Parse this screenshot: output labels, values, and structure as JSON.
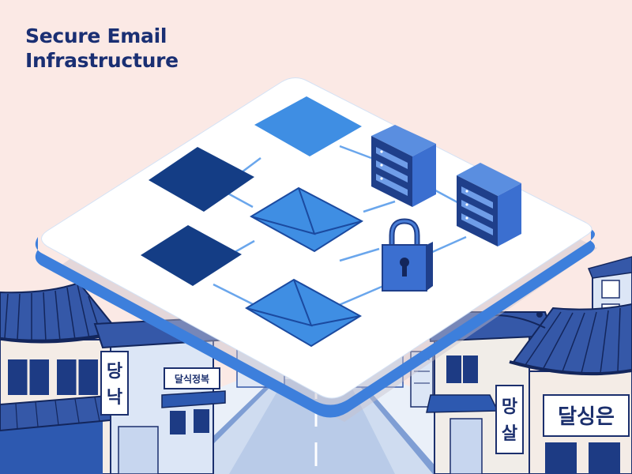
{
  "title": {
    "line1": "Secure Email",
    "line2": "Infrastructure"
  },
  "signs": {
    "left_vertical": [
      "당",
      "낙"
    ],
    "left_shop": "달식정복",
    "right_vertical": [
      "망",
      "살"
    ],
    "right_shop": "달싱은"
  },
  "colors": {
    "background": "#fbe9e5",
    "title": "#1a2f73",
    "platform": "#ffffff",
    "platform_edge": "#3d7fdc",
    "dark_node": "#143d85",
    "light_node": "#3f8ee3",
    "server": "#3b6fd0",
    "roof": "#3558a8",
    "connector": "#6aa6ec"
  },
  "icons": [
    "email-icon",
    "server-icon",
    "padlock-icon"
  ]
}
